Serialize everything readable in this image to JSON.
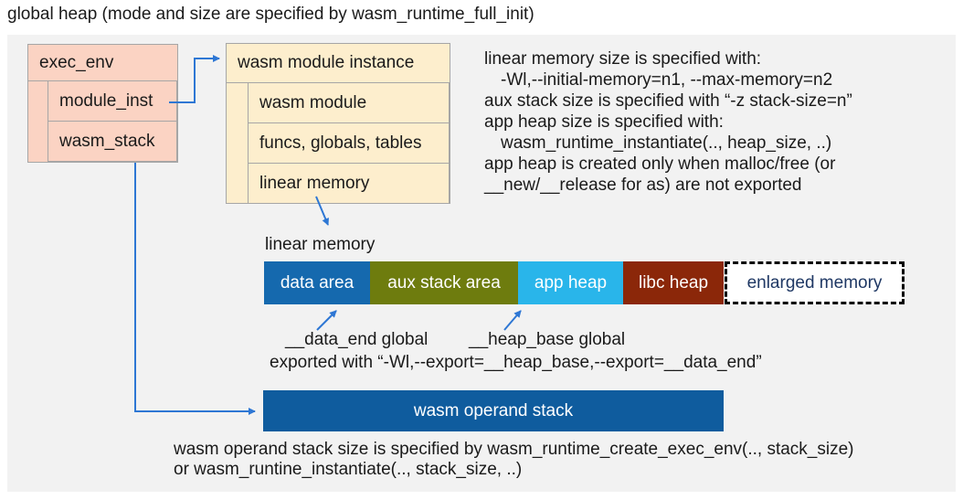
{
  "title": "global heap (mode and size are specified by wasm_runtime_full_init)",
  "exec_env_box": {
    "header": "exec_env",
    "rows": [
      "module_inst",
      "wasm_stack"
    ]
  },
  "module_instance_box": {
    "header": "wasm module instance",
    "rows": [
      "wasm module",
      "funcs, globals, tables",
      "linear memory"
    ]
  },
  "notes_top": {
    "lines": [
      "linear memory size is specified with:",
      "-Wl,--initial-memory=n1, --max-memory=n2",
      "aux stack size is specified with “-z stack-size=n”",
      "app heap size is specified with:",
      "wasm_runtime_instantiate(.., heap_size, ..)",
      "app heap is created only when malloc/free (or",
      "__new/__release for as) are not exported"
    ]
  },
  "linear_memory": {
    "label": "linear memory",
    "segments": [
      {
        "label": "data area",
        "color": "#1569ae"
      },
      {
        "label": "aux stack area",
        "color": "#6e7c0e"
      },
      {
        "label": "app heap",
        "color": "#29b5ea"
      },
      {
        "label": "libc heap",
        "color": "#8b2709"
      }
    ],
    "enlarged": {
      "label": "enlarged memory",
      "text_color": "#1f3864"
    }
  },
  "annotations": {
    "data_end": "__data_end global",
    "heap_base": "__heap_base global",
    "exported": "exported with “-Wl,--export=__heap_base,--export=__data_end”"
  },
  "operand_stack": {
    "label": "wasm operand stack",
    "color": "#0f5c9e"
  },
  "notes_bottom": {
    "lines": [
      "wasm operand stack size is specified by wasm_runtime_create_exec_env(.., stack_size)",
      "or wasm_runtine_instantiate(.., stack_size, ..)"
    ]
  },
  "colors": {
    "panel_background": "#f2f2f2",
    "exec_env_fill": "#fbd3c3",
    "module_instance_fill": "#fdeecd",
    "box_border": "#a6a6a6",
    "arrow": "#2e77d4",
    "dashed_border": "#000000",
    "text": "#1a1a1a"
  }
}
